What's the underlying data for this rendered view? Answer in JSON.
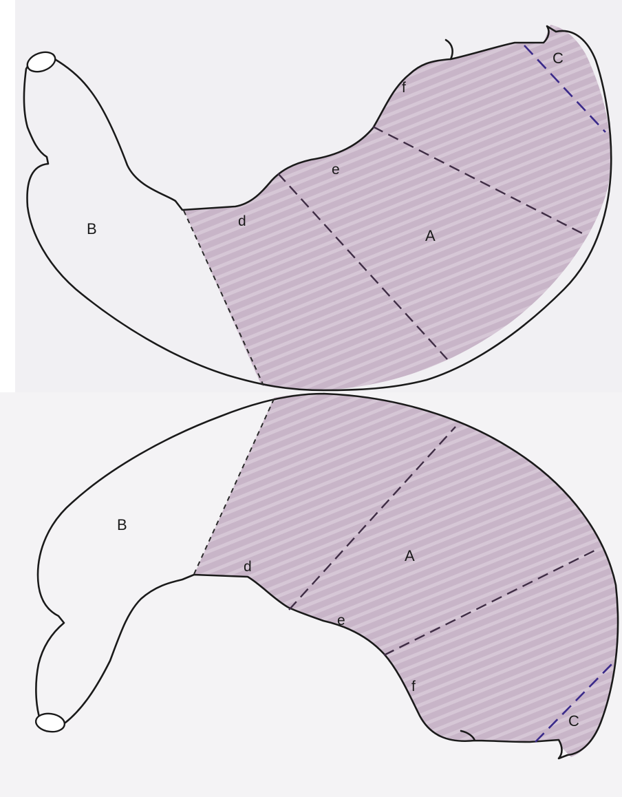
{
  "colors": {
    "paper_top": "#f1f0f2",
    "paper_bottom": "#f4f3f5",
    "wing_fill": "#c9b6c9",
    "wing_stripe": "#d9cbd9",
    "outline": "#1a1a1a",
    "dash_line": "#3f2d45",
    "dash_accent": "#3a2a8a"
  },
  "top_piece": {
    "labels": {
      "A": "A",
      "B": "B",
      "C": "C",
      "d": "d",
      "e": "e",
      "f": "f"
    }
  },
  "bottom_piece": {
    "labels": {
      "A": "A",
      "B": "B",
      "C": "C",
      "d": "d",
      "e": "e",
      "f": "f"
    }
  }
}
